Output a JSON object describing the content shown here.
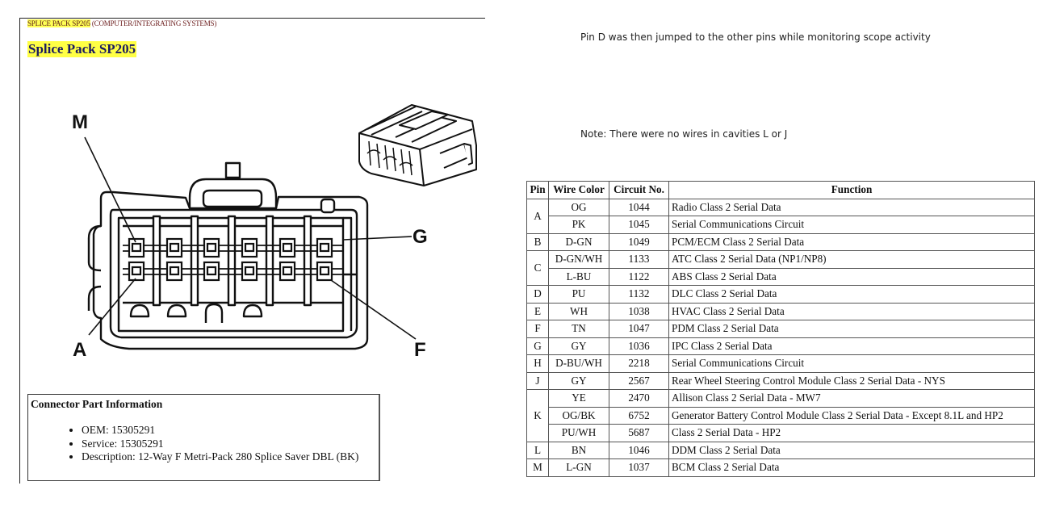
{
  "document": {
    "breadcrumb": {
      "highlighted": "SPLICE PACK SP205",
      "rest": " (COMPUTER/INTEGRATING SYSTEMS)"
    },
    "title": "Splice Pack SP205",
    "diagram": {
      "callouts": [
        "M",
        "G",
        "A",
        "F"
      ],
      "icons": [
        "connector-face-view",
        "connector-isometric-view"
      ]
    },
    "part_info": {
      "title": "Connector Part Information",
      "items": [
        "OEM: 15305291",
        "Service: 15305291",
        "Description: 12-Way F Metri-Pack 280 Splice Saver DBL (BK)"
      ]
    }
  },
  "notes": {
    "jump_note": "Pin D was then jumped to the other pins while monitoring scope activity",
    "cavity_note": "Note: There were no wires in cavities L or J"
  },
  "table": {
    "headers": [
      "Pin",
      "Wire Color",
      "Circuit No.",
      "Function"
    ],
    "groups": [
      {
        "pin": "A",
        "rows": [
          {
            "wire": "OG",
            "circuit": "1044",
            "function": "Radio Class 2 Serial Data"
          },
          {
            "wire": "PK",
            "circuit": "1045",
            "function": "Serial Communications Circuit"
          }
        ]
      },
      {
        "pin": "B",
        "rows": [
          {
            "wire": "D-GN",
            "circuit": "1049",
            "function": "PCM/ECM Class 2 Serial Data"
          }
        ]
      },
      {
        "pin": "C",
        "rows": [
          {
            "wire": "D-GN/WH",
            "circuit": "1133",
            "function": "ATC Class 2 Serial Data (NP1/NP8)"
          },
          {
            "wire": "L-BU",
            "circuit": "1122",
            "function": "ABS Class 2 Serial Data"
          }
        ]
      },
      {
        "pin": "D",
        "rows": [
          {
            "wire": "PU",
            "circuit": "1132",
            "function": "DLC Class 2 Serial Data"
          }
        ]
      },
      {
        "pin": "E",
        "rows": [
          {
            "wire": "WH",
            "circuit": "1038",
            "function": "HVAC Class 2 Serial Data"
          }
        ]
      },
      {
        "pin": "F",
        "rows": [
          {
            "wire": "TN",
            "circuit": "1047",
            "function": "PDM Class 2 Serial Data"
          }
        ]
      },
      {
        "pin": "G",
        "rows": [
          {
            "wire": "GY",
            "circuit": "1036",
            "function": "IPC Class 2 Serial Data"
          }
        ]
      },
      {
        "pin": "H",
        "rows": [
          {
            "wire": "D-BU/WH",
            "circuit": "2218",
            "function": "Serial Communications Circuit"
          }
        ]
      },
      {
        "pin": "J",
        "rows": [
          {
            "wire": "GY",
            "circuit": "2567",
            "function": "Rear Wheel Steering Control Module Class 2 Serial Data - NYS"
          }
        ]
      },
      {
        "pin": "K",
        "rows": [
          {
            "wire": "YE",
            "circuit": "2470",
            "function": "Allison Class 2 Serial Data - MW7"
          },
          {
            "wire": "OG/BK",
            "circuit": "6752",
            "function": "Generator Battery Control Module Class 2 Serial Data - Except 8.1L and HP2"
          },
          {
            "wire": "PU/WH",
            "circuit": "5687",
            "function": "Class 2 Serial Data - HP2"
          }
        ]
      },
      {
        "pin": "L",
        "rows": [
          {
            "wire": "BN",
            "circuit": "1046",
            "function": "DDM Class 2 Serial Data"
          }
        ]
      },
      {
        "pin": "M",
        "rows": [
          {
            "wire": "L-GN",
            "circuit": "1037",
            "function": "BCM Class 2 Serial Data"
          }
        ]
      }
    ]
  }
}
